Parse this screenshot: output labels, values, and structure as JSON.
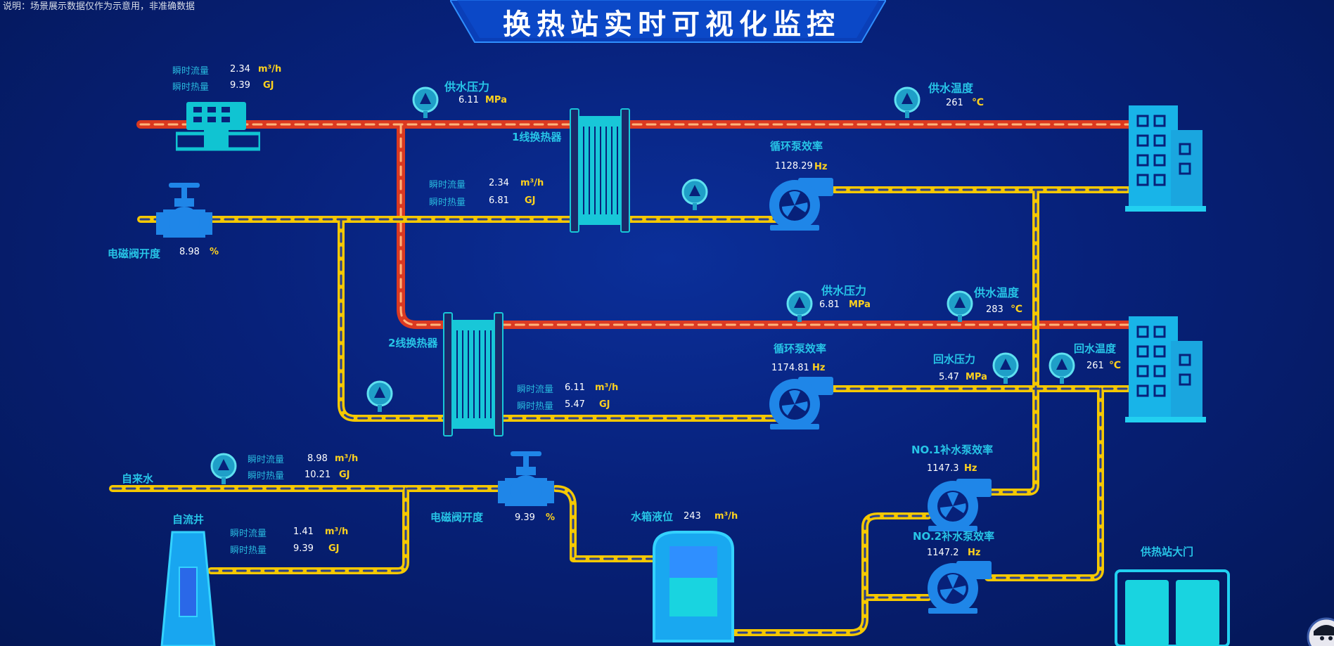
{
  "note": "说明：场景展示数据仅作为示意用，非准确数据",
  "title": "换热站实时可视化监控",
  "labels": {
    "flow": "瞬时流量",
    "heat": "瞬时热量",
    "flow_unit": "m³/h",
    "heat_unit": "GJ",
    "pressure": "供水压力",
    "temp": "供水温度",
    "return_pressure": "回水压力",
    "return_temp": "回水温度",
    "pump": "循环泵效率",
    "valve": "电磁阀开度",
    "mpa": "MPa",
    "celsius": "℃",
    "hz": "Hz",
    "percent": "%"
  },
  "top_meter": {
    "flow": "2.34",
    "heat": "9.39"
  },
  "line1": {
    "pressure": "6.11",
    "temp": "261",
    "exchanger": "1线换热器",
    "pump_hz": "1128.29",
    "flow": "2.34",
    "heat": "6.81",
    "valve": "8.98"
  },
  "line2": {
    "pressure": "6.81",
    "temp": "283",
    "exchanger": "2线换热器",
    "pump_hz": "1174.81",
    "flow": "6.11",
    "heat": "5.47",
    "return_pressure": "5.47",
    "return_temp": "261"
  },
  "bottom": {
    "tap_water": "自来水",
    "tap_flow": "8.98",
    "tap_heat": "10.21",
    "well": "自流井",
    "well_flow": "1.41",
    "well_heat": "9.39",
    "valve": "9.39",
    "tank_label": "水箱液位",
    "tank_value": "243",
    "tank_unit": "m³/h",
    "pump1": "NO.1补水泵效率",
    "pump1_hz": "1147.3",
    "pump2": "NO.2补水泵效率",
    "pump2_hz": "1147.2",
    "gate": "供热站大门"
  },
  "icons": [
    "gauge-icon",
    "pump-fan-icon",
    "valve-icon",
    "heat-exchanger-icon",
    "building-icon",
    "flow-meter-icon",
    "water-tank-icon",
    "well-icon",
    "gate-icon",
    "avatar-icon"
  ],
  "colors": {
    "hot_pipe": "#ff4a12",
    "cold_pipe": "#f5c800",
    "accent": "#27c4e6",
    "device": "#18c7d8"
  }
}
